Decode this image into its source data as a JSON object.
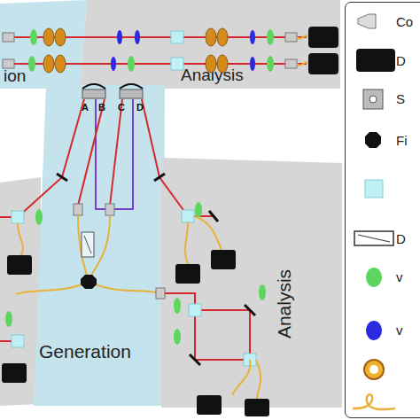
{
  "diagram": {
    "nodes": [
      {
        "text": [
          "ion"
        ]
      },
      {
        "text": [
          "Analysis"
        ]
      },
      {
        "text": [
          "Generation"
        ]
      },
      {
        "text": [
          "Analysis"
        ]
      }
    ],
    "labels": [
      "A",
      "B",
      "C",
      "D"
    ],
    "legend": [
      {
        "text": "Co"
      },
      {
        "text": "D"
      },
      {
        "text": "S"
      },
      {
        "text": "Fi"
      },
      {
        "text": "D"
      },
      {
        "text": "v"
      },
      {
        "text": "v"
      }
    ]
  }
}
